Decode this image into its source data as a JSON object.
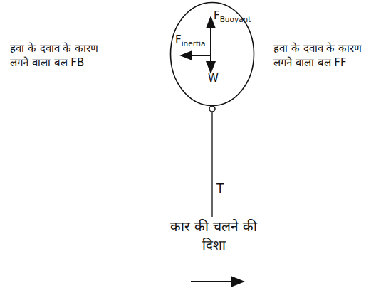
{
  "diagram": {
    "nodes": [
      {
        "text": [
          "FBuoyant",
          "Finertia",
          "W"
        ]
      }
    ],
    "labels": [
      "हवा के दवाव के कारण लगने वाला बल FB",
      "हवा के दवाव के कारण लगने वाला बल FF",
      "T",
      "कार की चलने की दिशा"
    ]
  }
}
